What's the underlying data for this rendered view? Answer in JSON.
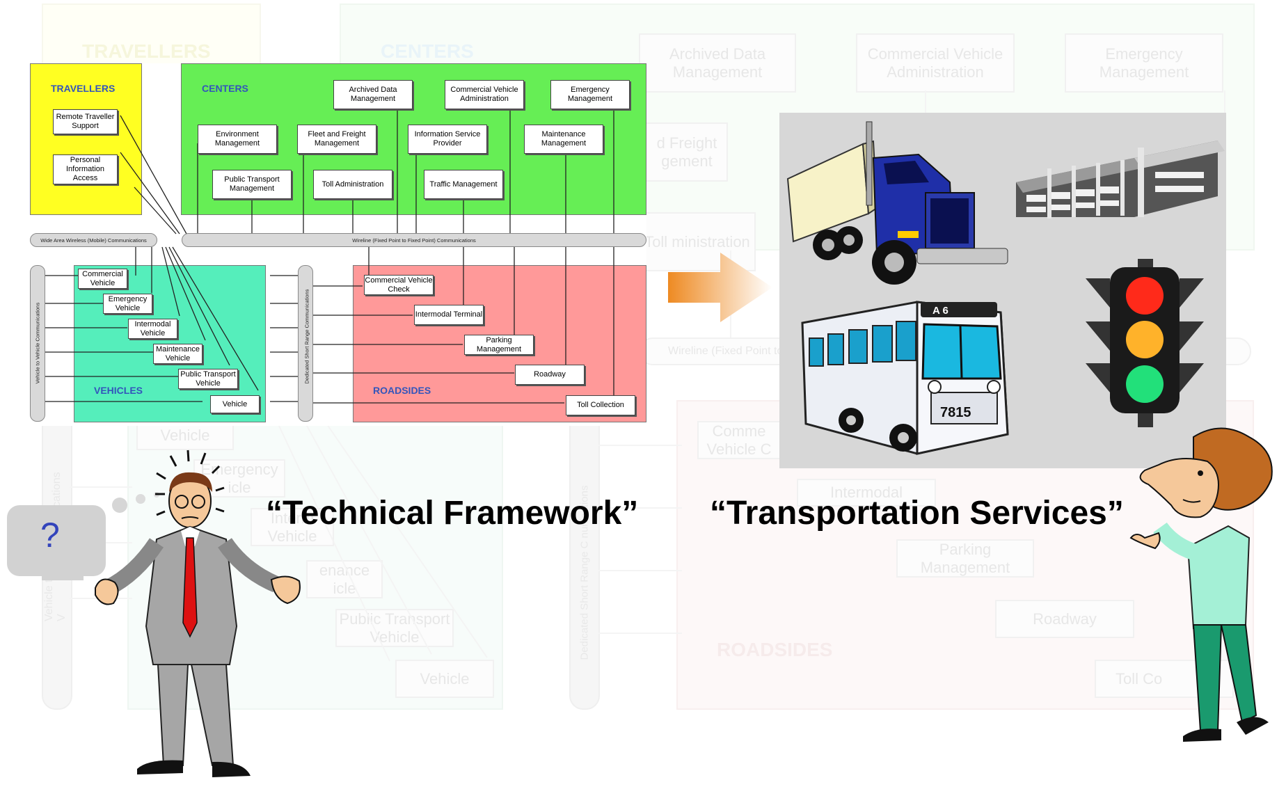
{
  "ghost": {
    "travellers": "TRAVELLERS",
    "centers": "CENTERS",
    "archived": "Archived Data Management",
    "commercial_admin": "Commercial Vehicle Administration",
    "emergency_mgmt": "Emergency Management",
    "freight": "d Freight gement",
    "toll": "Toll ministration",
    "wireline": "Wireline (Fixed Point to",
    "comm_vehicle": "Comme Vehicle C",
    "intermodal": "Intermodal",
    "parking": "Parking Management",
    "roadway": "Roadway",
    "toll_c": "Toll Co",
    "vehicle": "Vehicle",
    "emergency": "Emergency icle",
    "intermodal_v": "Interm Vehicle",
    "maintenance": "enance icle",
    "public_transport": "Public Transport Vehicle",
    "vehicle2": "Vehicle",
    "vehicles": "V    S",
    "roadsides": "ROADSIDES",
    "v2v": "Vehicle to V",
    "cations": "cations",
    "dsrc": "Dedicated Short Range C  nunications"
  },
  "diagram": {
    "travellers": {
      "title": "TRAVELLERS",
      "nodes": [
        "Remote Traveller Support",
        "Personal Information Access"
      ]
    },
    "centers": {
      "title": "CENTERS",
      "nodes": [
        "Archived Data Management",
        "Commercial Vehicle Administration",
        "Emergency Management",
        "Environment Management",
        "Fleet and Freight Management",
        "Information Service Provider",
        "Maintenance Management",
        "Public Transport Management",
        "Toll Administration",
        "Traffic Management"
      ]
    },
    "wide_area_bus": "Wide Area Wireless (Mobile) Communications",
    "wireline_bus": "Wireline (Fixed Point to Fixed Point) Communications",
    "v2v_bus": "Vehicle to Vehicle Communications",
    "dsrc_bus": "Dedicated Short Range Communications",
    "vehicles": {
      "title": "VEHICLES",
      "nodes": [
        "Commercial Vehicle",
        "Emergency Vehicle",
        "Intermodal Vehicle",
        "Maintenance Vehicle",
        "Public Transport Vehicle",
        "Vehicle"
      ]
    },
    "roadsides": {
      "title": "ROADSIDES",
      "nodes": [
        "Commercial Vehicle Check",
        "Intermodal Terminal",
        "Parking Management",
        "Roadway",
        "Toll Collection"
      ]
    }
  },
  "bubble_text": "?",
  "captions": {
    "left": "“Technical Framework”",
    "right": "“Transportation Services”"
  },
  "photo_items": [
    "semi-truck-icon",
    "building-icon",
    "city-bus-icon",
    "traffic-light-icon"
  ],
  "bus_number": "7815",
  "bus_sign": "A  6"
}
